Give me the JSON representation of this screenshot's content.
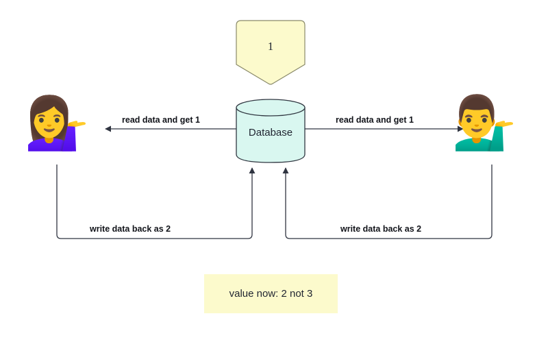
{
  "diagram": {
    "title": "database-race-condition-diagram",
    "background_color": "#ffffff",
    "stroke_color": "#3a3f4b",
    "nodes": {
      "value_node": {
        "label": "1",
        "shape": "pentagon-down",
        "fill": "#fcfacc",
        "stroke": "#7f7f5f"
      },
      "database": {
        "label": "Database",
        "shape": "cylinder",
        "fill": "#d9f7f0",
        "stroke": "#2f3640"
      },
      "actor_left": {
        "icon": "woman-tipping-hand-emoji",
        "glyph": "💁‍♀️"
      },
      "actor_right": {
        "icon": "man-tipping-hand-emoji",
        "glyph": "💁‍♂️"
      }
    },
    "edges": [
      {
        "id": "read-left",
        "label": "read data and get 1",
        "from": "database",
        "to": "actor_left",
        "direction": "left"
      },
      {
        "id": "read-right",
        "label": "read data and get 1",
        "from": "database",
        "to": "actor_right",
        "direction": "right"
      },
      {
        "id": "write-left",
        "label": "write data back as 2",
        "from": "actor_left",
        "to": "database",
        "direction": "up"
      },
      {
        "id": "write-right",
        "label": "write data back as 2",
        "from": "actor_right",
        "to": "database",
        "direction": "up"
      }
    ],
    "result": {
      "text": "value now: 2 not 3",
      "fill": "#fcfacc"
    }
  }
}
